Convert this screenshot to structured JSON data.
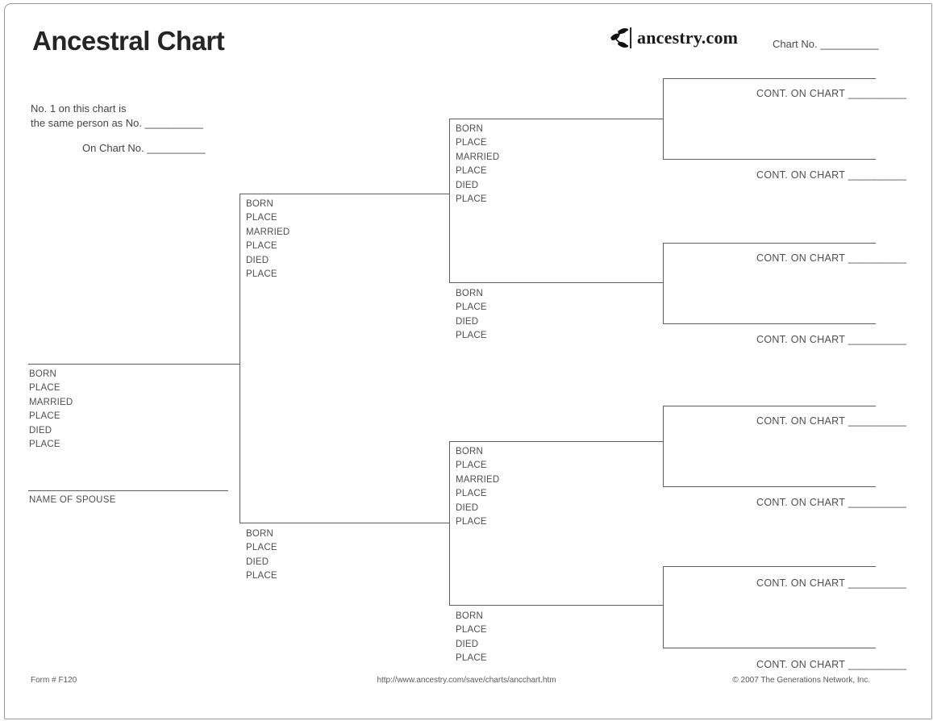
{
  "header": {
    "title": "Ancestral Chart",
    "brand": "ancestry.com",
    "chart_no": "Chart No. __________"
  },
  "note": {
    "line1": "No. 1 on this chart is",
    "line2": "the same person as No. __________",
    "line3": "On Chart No. __________"
  },
  "field_labels": {
    "born": "BORN",
    "place": "PLACE",
    "married": "MARRIED",
    "died": "DIED",
    "spouse": "NAME OF SPOUSE",
    "cont_on_chart": "CONT. ON CHART __________"
  },
  "footer": {
    "form_number": "Form # F120",
    "url": "http://www.ancestry.com/save/charts/ancchart.htm",
    "copyright": "© 2007 The Generations Network, Inc."
  },
  "colors": {
    "line": "#5e5e5e",
    "label_text": "#4e4e4e",
    "title_text": "#252525"
  }
}
